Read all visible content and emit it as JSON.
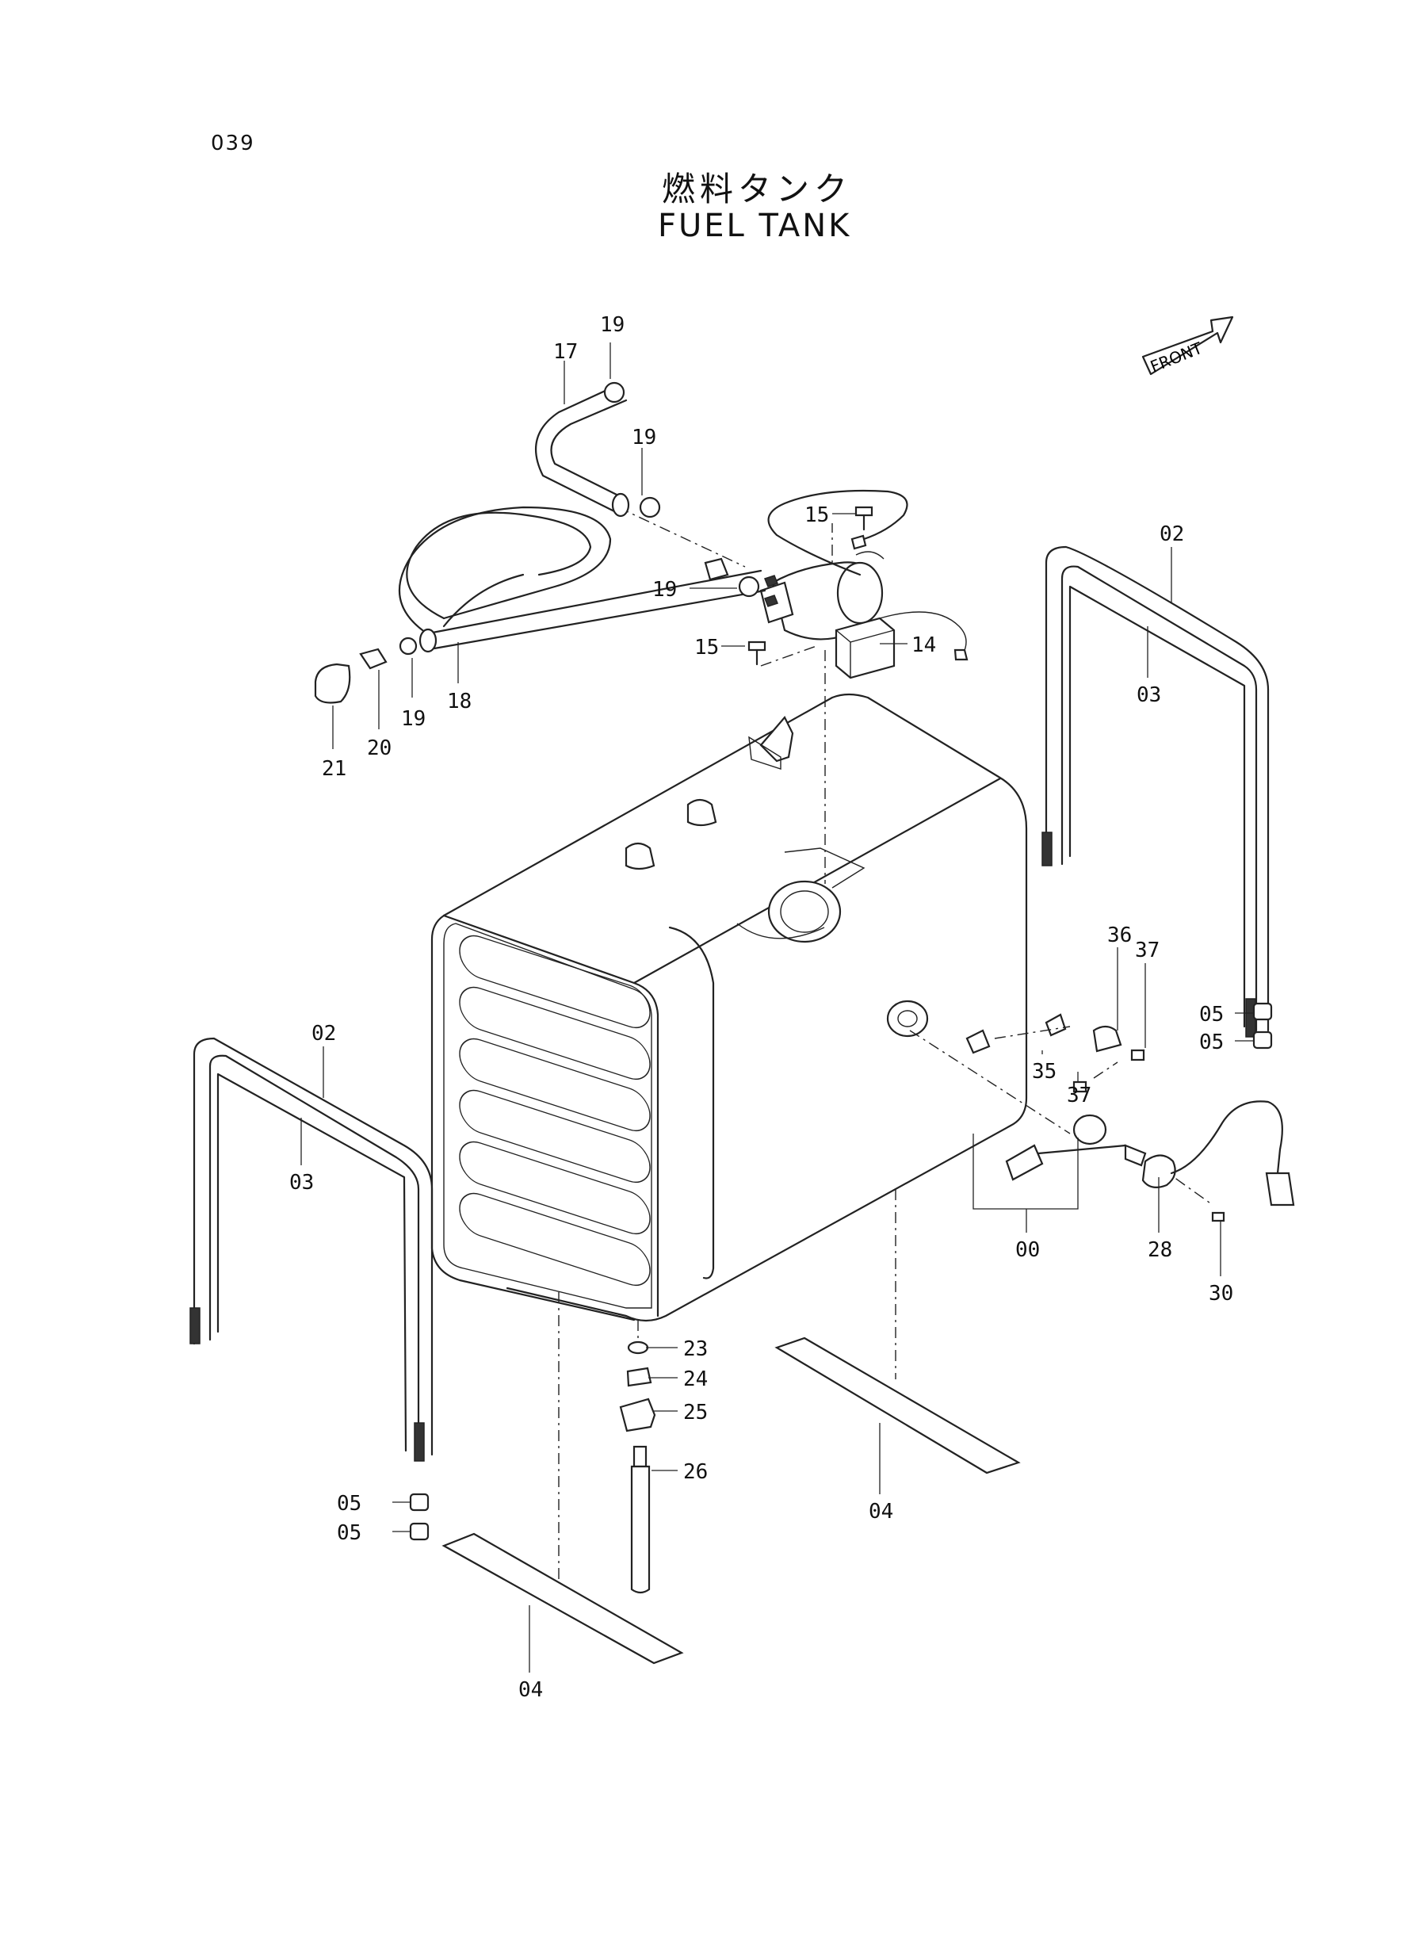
{
  "page": {
    "number": "039"
  },
  "title": {
    "japanese": "燃料タンク",
    "english": "FUEL TANK"
  },
  "front_marker": {
    "label": "FRONT"
  },
  "part_labels": [
    {
      "id": "p19a",
      "text": "19"
    },
    {
      "id": "p17",
      "text": "17"
    },
    {
      "id": "p19b",
      "text": "19"
    },
    {
      "id": "p15a",
      "text": "15"
    },
    {
      "id": "p02a",
      "text": "02"
    },
    {
      "id": "p19c",
      "text": "19"
    },
    {
      "id": "p14",
      "text": "14"
    },
    {
      "id": "p15b",
      "text": "15"
    },
    {
      "id": "p03a",
      "text": "03"
    },
    {
      "id": "p18",
      "text": "18"
    },
    {
      "id": "p19d",
      "text": "19"
    },
    {
      "id": "p20",
      "text": "20"
    },
    {
      "id": "p21",
      "text": "21"
    },
    {
      "id": "p36",
      "text": "36"
    },
    {
      "id": "p37a",
      "text": "37"
    },
    {
      "id": "p05a",
      "text": "05"
    },
    {
      "id": "p05b",
      "text": "05"
    },
    {
      "id": "p35",
      "text": "35"
    },
    {
      "id": "p37b",
      "text": "37"
    },
    {
      "id": "p02b",
      "text": "02"
    },
    {
      "id": "p03b",
      "text": "03"
    },
    {
      "id": "p00",
      "text": "00"
    },
    {
      "id": "p28",
      "text": "28"
    },
    {
      "id": "p30",
      "text": "30"
    },
    {
      "id": "p23",
      "text": "23"
    },
    {
      "id": "p24",
      "text": "24"
    },
    {
      "id": "p25",
      "text": "25"
    },
    {
      "id": "p26",
      "text": "26"
    },
    {
      "id": "p04a",
      "text": "04"
    },
    {
      "id": "p05c",
      "text": "05"
    },
    {
      "id": "p05d",
      "text": "05"
    },
    {
      "id": "p04b",
      "text": "04"
    }
  ]
}
